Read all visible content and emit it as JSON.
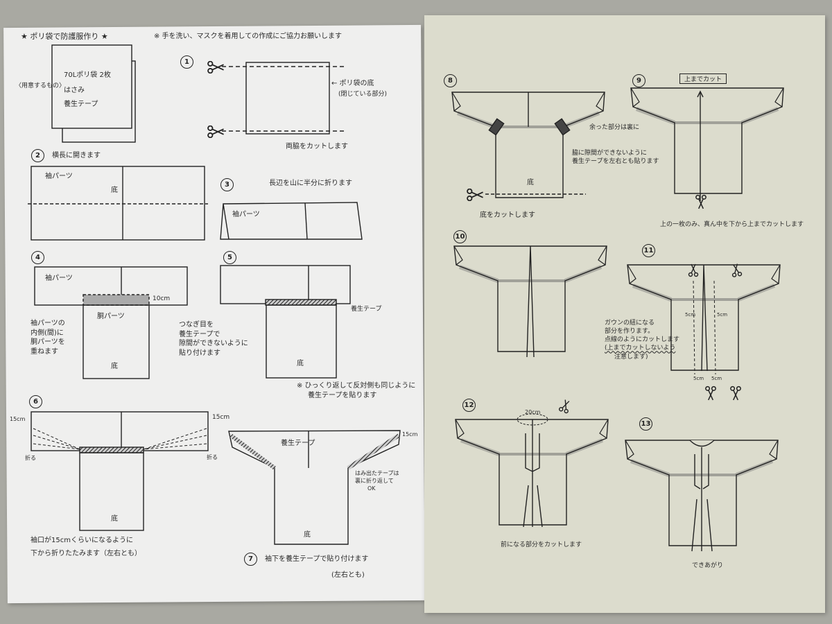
{
  "left_page": {
    "title": "★ ポリ袋で防護服作り ★",
    "notice": "※ 手を洗い、マスクを着用しての作成にご協力お願いします",
    "materials": {
      "label": "〈用意するもの〉",
      "items": [
        "70Lポリ袋 2枚",
        "はさみ",
        "養生テープ"
      ]
    },
    "step1": {
      "number": "1",
      "bag_bottom_note": "← ポリ袋の底",
      "bag_bottom_sub": "(閉じている部分)",
      "caption": "両脇をカットします"
    },
    "step2": {
      "number": "2",
      "instruction": "横長に開きます",
      "sleeve_label": "袖パーツ",
      "bottom_label": "底"
    },
    "step3": {
      "number": "3",
      "instruction": "長辺を山に半分に折ります",
      "sleeve_label": "袖パーツ"
    },
    "step4": {
      "number": "4",
      "sleeve_label": "袖パーツ",
      "body_label": "胴パーツ",
      "overlap": "10cm",
      "bottom_label": "底",
      "caption": [
        "袖パーツの",
        "内側(間)に",
        "胴パーツを",
        "重ねます"
      ]
    },
    "step5": {
      "number": "5",
      "tape_label": "養生テープ",
      "bottom_label": "底",
      "caption": [
        "つなぎ目を",
        "養生テープで",
        "隙間ができないように",
        "貼り付けます"
      ]
    },
    "flip_note": [
      "※ ひっくり返して反対側も同じように",
      "養生テープを貼ります"
    ],
    "step6": {
      "number": "6",
      "left_cuff": "15cm",
      "right_cuff": "15cm",
      "fold_left": "折る",
      "fold_right": "折る",
      "bottom_label": "底",
      "caption": [
        "袖口が15cmくらいになるように",
        "下から折りたたみます（左右とも）"
      ]
    },
    "step7": {
      "number": "7",
      "tape_label": "養生テープ",
      "cuff": "15cm",
      "tape_note": [
        "はみ出たテープは",
        "裏に折り返して",
        "OK"
      ],
      "bottom_label": "底",
      "caption": "袖下を養生テープで貼り付けます",
      "caption_sub": "(左右とも)"
    }
  },
  "right_page": {
    "step8": {
      "number": "8",
      "fold_note": "余った部分は裏に",
      "tape_note": [
        "脇に隙間ができないように",
        "養生テープを左右とも貼ります"
      ],
      "bottom_label": "底",
      "caption": "底をカットします"
    },
    "step9": {
      "number": "9",
      "box_label": "上までカット",
      "caption": "上の一枚のみ、真ん中を下から上までカットします"
    },
    "step10": {
      "number": "10"
    },
    "step11": {
      "number": "11",
      "caption": [
        "ガウンの紐になる",
        "部分を作ります。",
        "点線のようにカットします",
        "(上までカットしないよう",
        "注意します)"
      ],
      "width_labels": [
        "5cm",
        "5cm",
        "5cm",
        "5cm"
      ]
    },
    "step12": {
      "number": "12",
      "neck_width": "20cm",
      "caption": "前になる部分をカットします"
    },
    "step13": {
      "number": "13",
      "caption": "できあがり"
    }
  }
}
